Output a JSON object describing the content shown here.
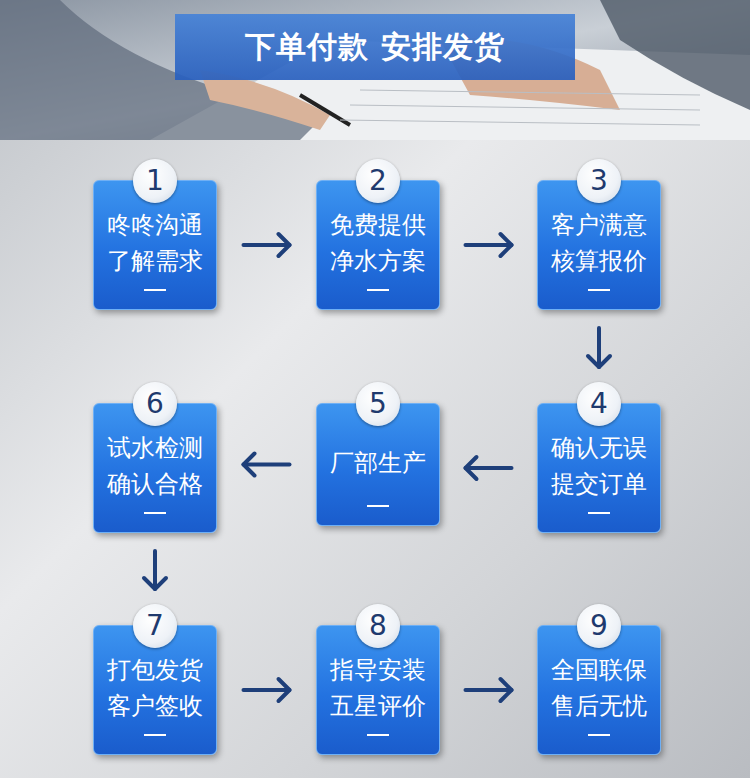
{
  "diagram": {
    "title": "下单付款 安排发货",
    "nodes": [
      {
        "text": [
          "1",
          "咚咚沟通 了解需求"
        ]
      },
      {
        "text": [
          "2",
          "免费提供 净水方案"
        ]
      },
      {
        "text": [
          "3",
          "客户满意 核算报价"
        ]
      },
      {
        "text": [
          "4",
          "确认无误 提交订单"
        ]
      },
      {
        "text": [
          "5",
          "厂部生产"
        ]
      },
      {
        "text": [
          "6",
          "试水检测 确认合格"
        ]
      },
      {
        "text": [
          "7",
          "打包发货 客户签收"
        ]
      },
      {
        "text": [
          "8",
          "指导安装 五星评价"
        ]
      },
      {
        "text": [
          "9",
          "全国联保 售后无忧"
        ]
      }
    ],
    "edges": [
      {
        "from": 0,
        "to": 1,
        "arrow": "to"
      },
      {
        "from": 1,
        "to": 2,
        "arrow": "to"
      },
      {
        "from": 2,
        "to": 3,
        "arrow": "to"
      },
      {
        "from": 3,
        "to": 4,
        "arrow": "to"
      },
      {
        "from": 4,
        "to": 5,
        "arrow": "to"
      },
      {
        "from": 5,
        "to": 6,
        "arrow": "to"
      },
      {
        "from": 6,
        "to": 7,
        "arrow": "to"
      },
      {
        "from": 7,
        "to": 8,
        "arrow": "to"
      }
    ]
  }
}
